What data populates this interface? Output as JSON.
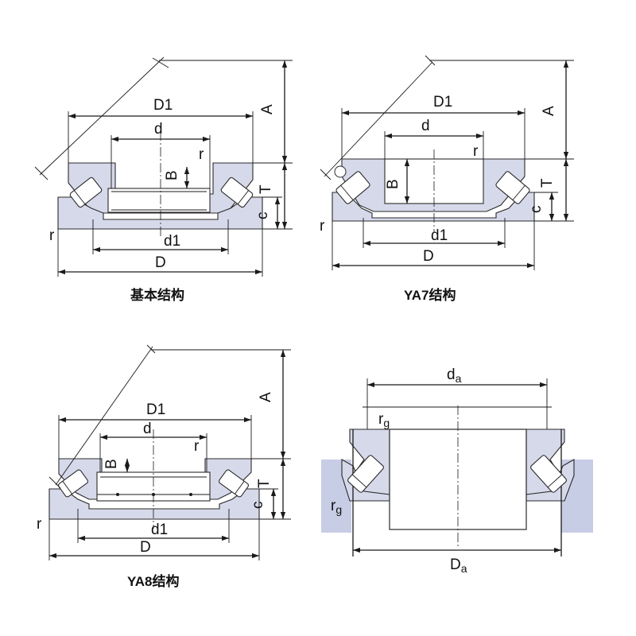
{
  "labels": {
    "D1": "D1",
    "d": "d",
    "r": "r",
    "B": "B",
    "A": "A",
    "T": "T",
    "c": "c",
    "d1": "d1",
    "D": "D",
    "da_main": "d",
    "da_sub": "a",
    "Da_main": "D",
    "Da_sub": "a",
    "rg_main": "r",
    "rg_sub": "g"
  },
  "captions": {
    "basic": "基本结构",
    "ya7": "YA7结构",
    "ya8": "YA8结构"
  }
}
